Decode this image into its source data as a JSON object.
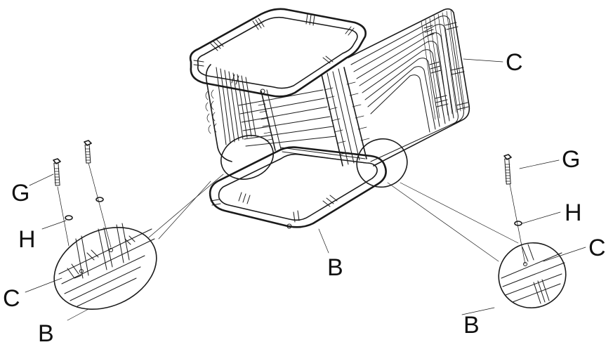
{
  "diagram": {
    "labels": {
      "c_top_right": "C",
      "g_right": "G",
      "h_right": "H",
      "c_right_detail": "C",
      "b_right_detail": "B",
      "b_center": "B",
      "g_left": "G",
      "h_left": "H",
      "c_left_detail": "C",
      "b_left_detail": "B"
    },
    "colors": {
      "ink": "#1a1a1a",
      "background": "#ffffff"
    }
  }
}
